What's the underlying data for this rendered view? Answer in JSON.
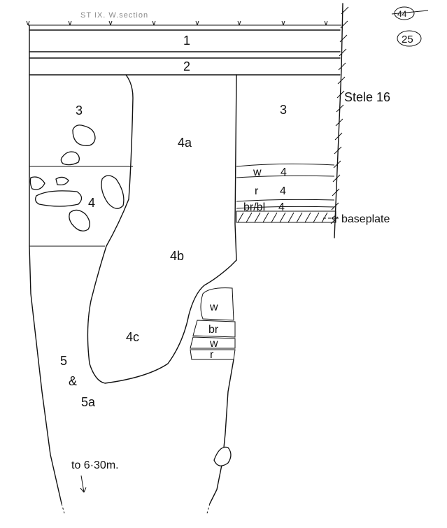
{
  "header": {
    "title": "ST IX. W.section",
    "sheet_number_struck": "44",
    "sheet_number": "25"
  },
  "layers": {
    "layer_1": "1",
    "layer_2": "2",
    "layer_3_left": "3",
    "layer_3_right": "3",
    "layer_4a": "4a",
    "layer_4_left": "4",
    "layer_4b": "4b",
    "layer_4c": "4c",
    "layer_5": "5",
    "layer_amp": "&",
    "layer_5a": "5a"
  },
  "sublayers_right": {
    "w_label": "w",
    "w_num": "4",
    "r_label": "r",
    "r_num": "4",
    "brbl_label": "br/bl",
    "brbl_num": "4"
  },
  "pit_sublayers": {
    "w_top": "w",
    "br": "br",
    "w_bottom": "w",
    "r": "r"
  },
  "annotations": {
    "stele": "Stele 16",
    "baseplate": "baseplate",
    "depth_note": "to 6·30m."
  },
  "colors": {
    "ink": "#111111",
    "paper": "#ffffff",
    "pencil": "#8a8a8a"
  }
}
